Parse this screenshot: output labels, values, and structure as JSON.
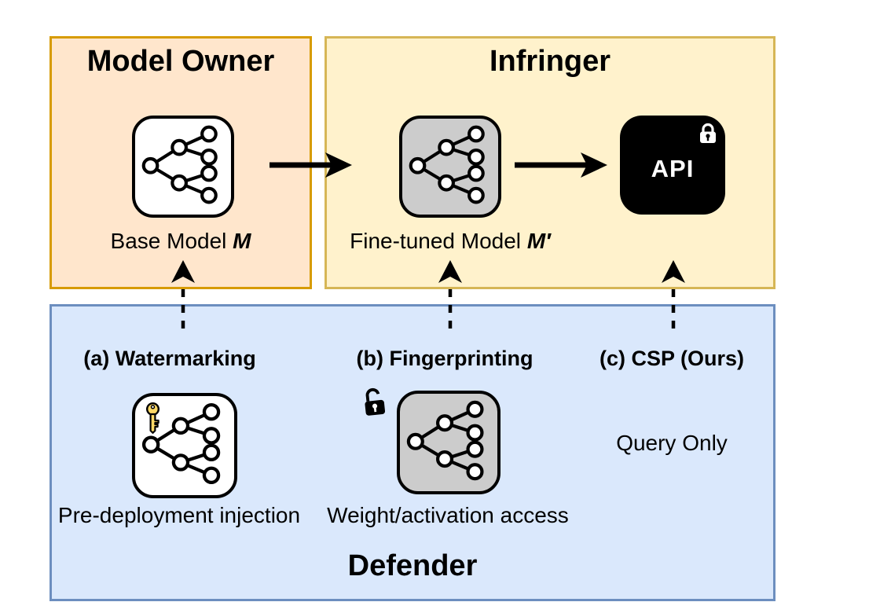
{
  "owner": {
    "title": "Model Owner",
    "model_label": {
      "prefix": "Base Model ",
      "symbol": "M"
    }
  },
  "infringer": {
    "title": "Infringer",
    "model_label": {
      "prefix": "Fine-tuned Model ",
      "symbol": "M′"
    },
    "api_label": "API"
  },
  "defender": {
    "title": "Defender",
    "methods": [
      {
        "label": "(a) Watermarking",
        "caption": "Pre-deployment injection"
      },
      {
        "label": "(b) Fingerprinting",
        "caption": "Weight/activation access"
      },
      {
        "label": "(c) CSP (Ours)",
        "caption": "Query Only"
      }
    ]
  },
  "icons": {
    "owner_model": "neural-network-icon",
    "finetuned_model": "neural-network-icon",
    "api_lock": "lock-closed-icon",
    "fingerprint_lock": "lock-open-icon",
    "watermark_key": "key-icon"
  },
  "colors": {
    "owner_fill": "#FFE6CC",
    "owner_border": "#D79B00",
    "infringer_fill": "#FFF2CC",
    "infringer_border": "#D6B656",
    "defender_fill": "#DAE8FC",
    "defender_border": "#6C8EBF",
    "icon_gray_fill": "#CCCCCC",
    "icon_white_fill": "#FFFFFF",
    "api_fill": "#000000",
    "key_fill": "#FFD966",
    "arrow": "#000000"
  }
}
